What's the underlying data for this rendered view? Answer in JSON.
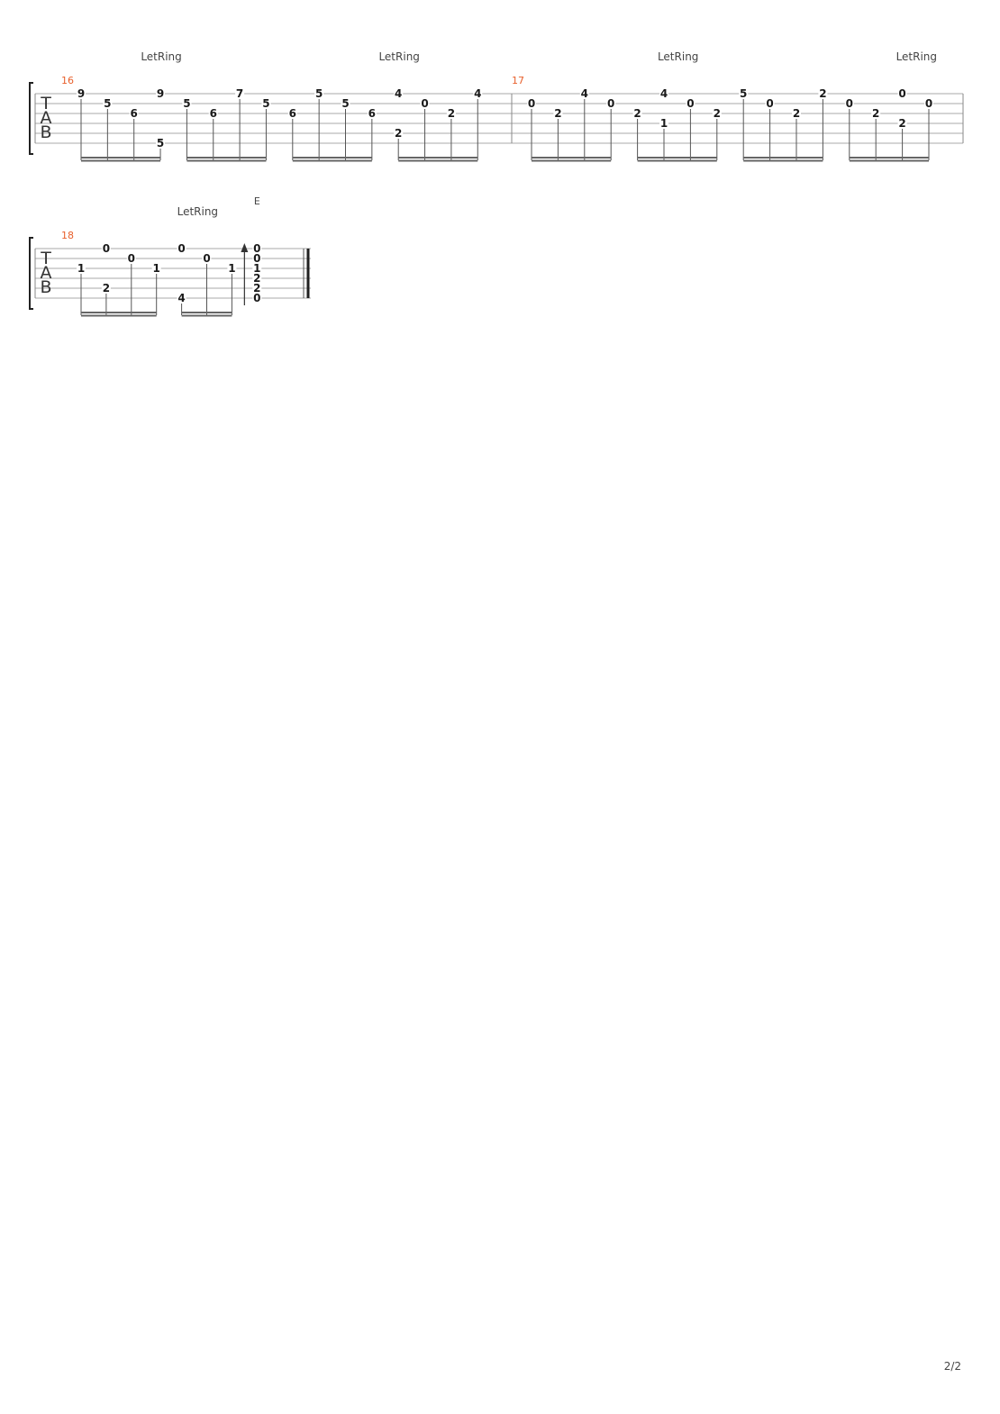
{
  "tab_letters": [
    "T",
    "A",
    "B"
  ],
  "page_number": "2/2",
  "systems": [
    {
      "measures": [
        {
          "number": "16",
          "annotations": [
            {
              "text": "LetRing",
              "beat": 3
            },
            {
              "text": "LetRing",
              "beat": 12
            }
          ],
          "beam_groups": [
            [
              0,
              1,
              2,
              3
            ],
            [
              4,
              5,
              6,
              7
            ],
            [
              8,
              9,
              10,
              11
            ],
            [
              12,
              13,
              14,
              15
            ]
          ],
          "notes": [
            {
              "beat": 0,
              "string": 1,
              "fret": "9"
            },
            {
              "beat": 1,
              "string": 2,
              "fret": "5"
            },
            {
              "beat": 2,
              "string": 3,
              "fret": "6"
            },
            {
              "beat": 3,
              "string": 1,
              "fret": "9"
            },
            {
              "beat": 3,
              "string": 6,
              "fret": "5"
            },
            {
              "beat": 4,
              "string": 2,
              "fret": "5"
            },
            {
              "beat": 5,
              "string": 3,
              "fret": "6"
            },
            {
              "beat": 6,
              "string": 1,
              "fret": "7"
            },
            {
              "beat": 7,
              "string": 2,
              "fret": "5"
            },
            {
              "beat": 8,
              "string": 3,
              "fret": "6"
            },
            {
              "beat": 9,
              "string": 1,
              "fret": "5"
            },
            {
              "beat": 10,
              "string": 2,
              "fret": "5"
            },
            {
              "beat": 11,
              "string": 3,
              "fret": "6"
            },
            {
              "beat": 12,
              "string": 1,
              "fret": "4"
            },
            {
              "beat": 12,
              "string": 5,
              "fret": "2"
            },
            {
              "beat": 13,
              "string": 2,
              "fret": "0"
            },
            {
              "beat": 14,
              "string": 3,
              "fret": "2"
            },
            {
              "beat": 15,
              "string": 1,
              "fret": "4"
            }
          ]
        },
        {
          "number": "17",
          "annotations": [
            {
              "text": "LetRing",
              "beat": 5.5
            },
            {
              "text": "LetRing",
              "beat": 14.5
            }
          ],
          "beam_groups": [
            [
              0,
              1,
              2,
              3
            ],
            [
              4,
              5,
              6,
              7
            ],
            [
              8,
              9,
              10,
              11
            ],
            [
              12,
              13,
              14,
              15
            ]
          ],
          "notes": [
            {
              "beat": 0,
              "string": 2,
              "fret": "0"
            },
            {
              "beat": 1,
              "string": 3,
              "fret": "2"
            },
            {
              "beat": 2,
              "string": 1,
              "fret": "4"
            },
            {
              "beat": 3,
              "string": 2,
              "fret": "0"
            },
            {
              "beat": 4,
              "string": 3,
              "fret": "2"
            },
            {
              "beat": 5,
              "string": 1,
              "fret": "4"
            },
            {
              "beat": 5,
              "string": 4,
              "fret": "1"
            },
            {
              "beat": 6,
              "string": 2,
              "fret": "0"
            },
            {
              "beat": 7,
              "string": 3,
              "fret": "2"
            },
            {
              "beat": 8,
              "string": 1,
              "fret": "5"
            },
            {
              "beat": 9,
              "string": 2,
              "fret": "0"
            },
            {
              "beat": 10,
              "string": 3,
              "fret": "2"
            },
            {
              "beat": 11,
              "string": 1,
              "fret": "2"
            },
            {
              "beat": 12,
              "string": 2,
              "fret": "0"
            },
            {
              "beat": 13,
              "string": 3,
              "fret": "2"
            },
            {
              "beat": 14,
              "string": 1,
              "fret": "0"
            },
            {
              "beat": 14,
              "string": 4,
              "fret": "2"
            },
            {
              "beat": 15,
              "string": 2,
              "fret": "0"
            }
          ]
        }
      ]
    },
    {
      "measures": [
        {
          "number": "18",
          "annotations": [
            {
              "text": "LetRing",
              "beat": 4.6
            }
          ],
          "chord_name": {
            "text": "E",
            "beat": 7.0
          },
          "beam_groups": [
            [
              0,
              1,
              2,
              3
            ],
            [
              4,
              5,
              6
            ]
          ],
          "strum": {
            "beat": 6.5
          },
          "notes": [
            {
              "beat": 0,
              "string": 3,
              "fret": "1"
            },
            {
              "beat": 1,
              "string": 1,
              "fret": "0"
            },
            {
              "beat": 1,
              "string": 5,
              "fret": "2"
            },
            {
              "beat": 2,
              "string": 2,
              "fret": "0"
            },
            {
              "beat": 3,
              "string": 3,
              "fret": "1"
            },
            {
              "beat": 4,
              "string": 1,
              "fret": "0"
            },
            {
              "beat": 4,
              "string": 6,
              "fret": "4"
            },
            {
              "beat": 5,
              "string": 2,
              "fret": "0"
            },
            {
              "beat": 6,
              "string": 3,
              "fret": "1"
            },
            {
              "beat": 7,
              "string": 1,
              "fret": "0"
            },
            {
              "beat": 7,
              "string": 2,
              "fret": "0"
            },
            {
              "beat": 7,
              "string": 3,
              "fret": "1"
            },
            {
              "beat": 7,
              "string": 4,
              "fret": "2"
            },
            {
              "beat": 7,
              "string": 5,
              "fret": "2"
            },
            {
              "beat": 7,
              "string": 6,
              "fret": "0"
            }
          ]
        }
      ]
    }
  ]
}
